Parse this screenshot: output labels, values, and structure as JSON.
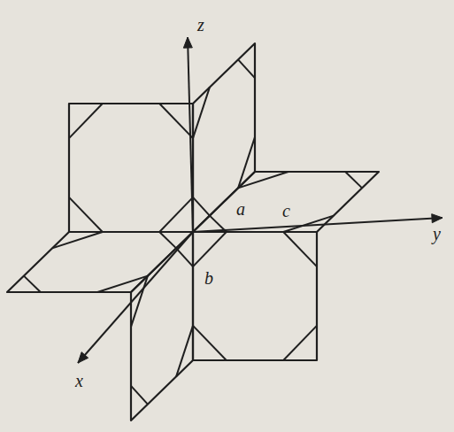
{
  "diagram": {
    "labels": [
      "z",
      "y",
      "x",
      "a",
      "b",
      "c"
    ]
  }
}
